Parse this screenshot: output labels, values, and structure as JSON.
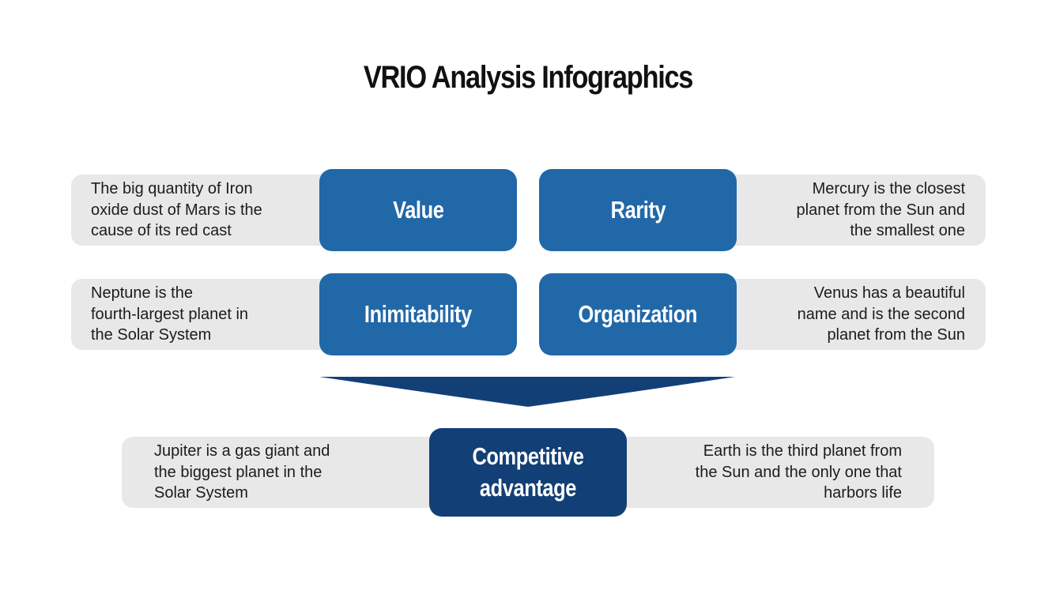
{
  "title": "VRIO Analysis Infographics",
  "colors": {
    "box_blue": "#2168a8",
    "box_navy": "#123f75",
    "pill_grey": "#e8e8e8",
    "text_dark": "#1c1c1c"
  },
  "quadrants": [
    {
      "label": "Value",
      "description": "The big quantity of Iron oxide dust of Mars is the cause of its red cast",
      "lines": [
        "The big quantity of Iron",
        "oxide dust of Mars is the",
        "cause of its red cast"
      ]
    },
    {
      "label": "Rarity",
      "description": "Mercury is the closest planet from the Sun and the smallest one",
      "lines": [
        "Mercury is the closest",
        "planet from the Sun and",
        "the smallest one"
      ]
    },
    {
      "label": "Inimitability",
      "description": "Neptune is the fourth-largest planet in the Solar System",
      "lines": [
        "Neptune is the",
        "fourth-largest planet in",
        "the Solar System"
      ]
    },
    {
      "label": "Organization",
      "description": "Venus has a beautiful name and is the second planet from the Sun",
      "lines": [
        "Venus has a beautiful",
        "name and is the second",
        "planet from the Sun"
      ]
    }
  ],
  "result": {
    "label_line1": "Competitive",
    "label_line2": "advantage",
    "left_lines": [
      "Jupiter is a gas giant and",
      "the biggest planet in the",
      "Solar System"
    ],
    "right_lines": [
      "Earth is the third planet from",
      "the Sun and the only one that",
      "harbors life"
    ]
  },
  "arrow": {
    "icon": "down-arrow-icon",
    "direction": "down"
  }
}
